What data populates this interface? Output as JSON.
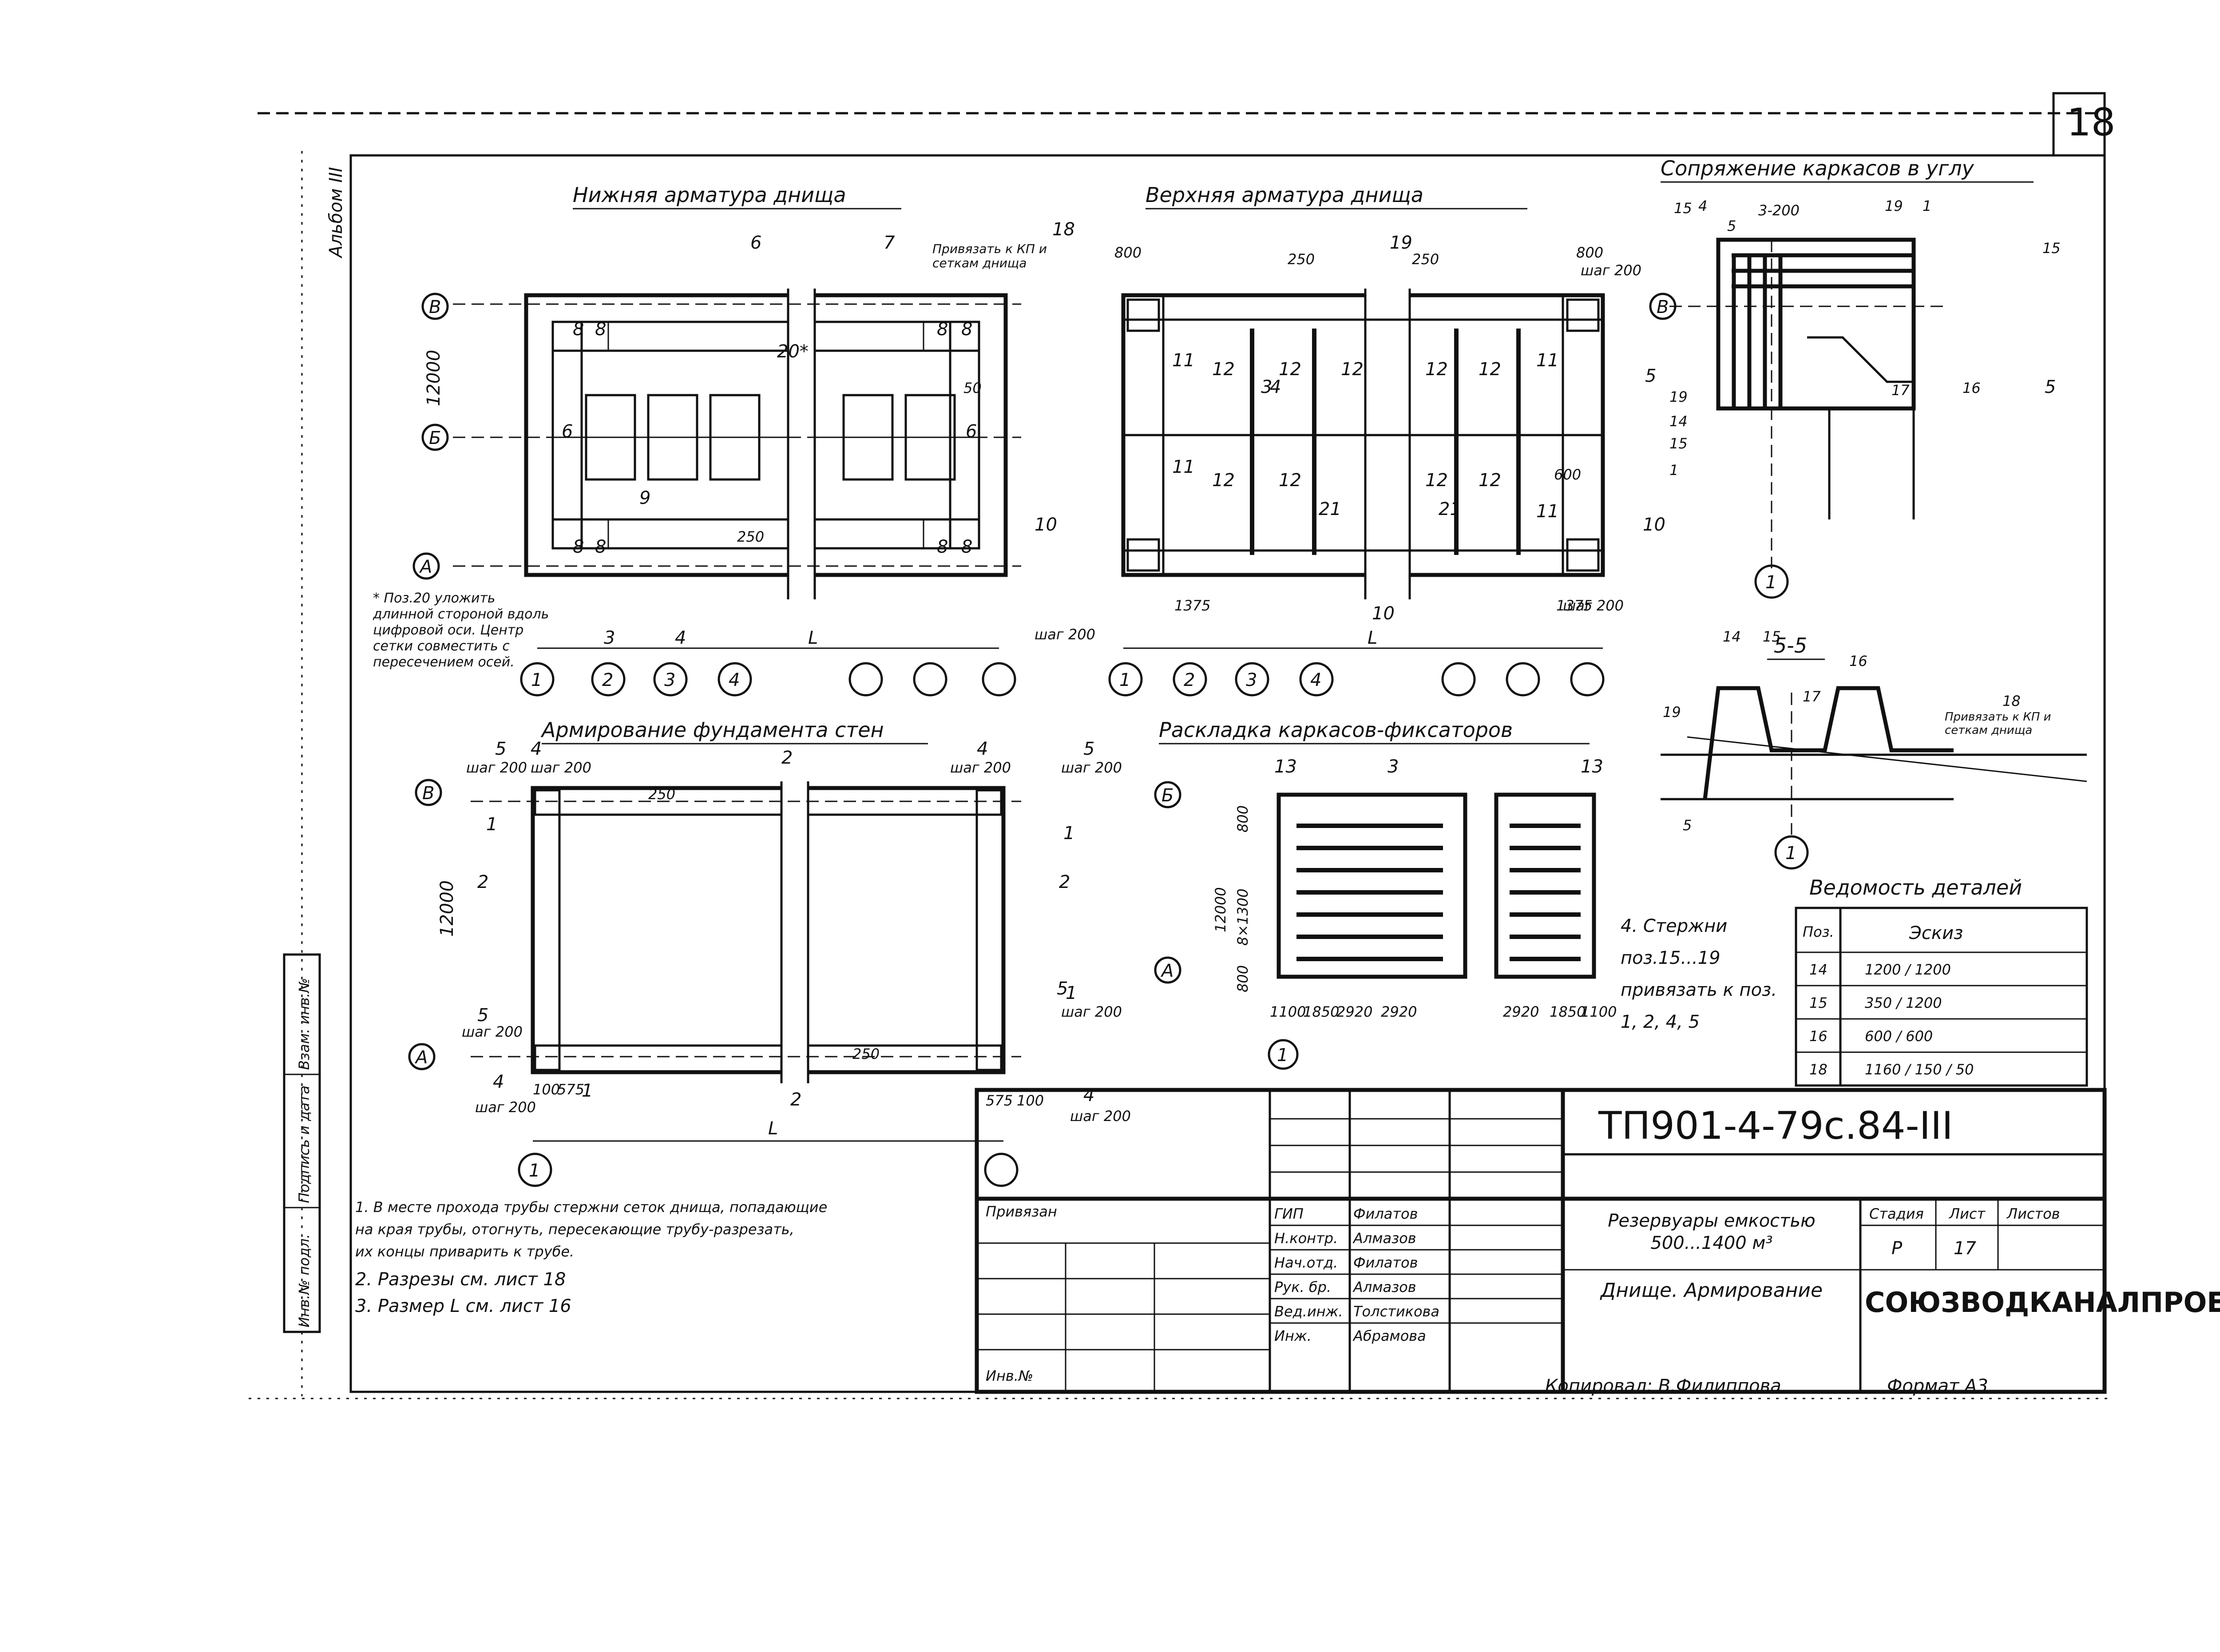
{
  "sheet": {
    "page_number": "18",
    "album_label": "Альбом III",
    "designation": "ТП901-4-79с.84-III",
    "project_title": "Резервуары емкостью 500...1400 м³",
    "drawing_title": "Днище. Армирование",
    "stage_header": "Стадия",
    "sheet_header": "Лист",
    "sheets_header": "Листов",
    "stage": "Р",
    "sheet_no": "17",
    "organization": "СОЮЗВОДКАНАЛПРОЕКТ",
    "bound_label": "Привязан",
    "inv_label": "Инв.№",
    "copied_by": "Копировал: В.Филиппова",
    "format": "Формат А3"
  },
  "side_stamp": [
    "Инв.№ подл.",
    "Подпись и дата",
    "Взам. инв.№"
  ],
  "signatures": [
    {
      "role": "ГИП",
      "name": "Филатов"
    },
    {
      "role": "Н.контр.",
      "name": "Алмазов"
    },
    {
      "role": "Нач.отд.",
      "name": "Филатов"
    },
    {
      "role": "Рук. бр.",
      "name": "Алмазов"
    },
    {
      "role": "Вед.инж.",
      "name": "Толстикова"
    },
    {
      "role": "Инж.",
      "name": "Абрамова"
    }
  ],
  "views": {
    "bottom_rebar": "Нижняя арматура днища",
    "top_rebar": "Верхняя арматура днища",
    "corner": "Сопряжение каркасов в углу",
    "section_55": "5-5",
    "wall_foundation": "Армирование фундамента стен",
    "cage_layout": "Раскладка каркасов-фиксаторов",
    "details_table": "Ведомость деталей"
  },
  "axes": {
    "letters": [
      "А",
      "Б",
      "В"
    ],
    "numbers": [
      "1",
      "2",
      "3",
      "4"
    ]
  },
  "dims": {
    "d12000": "12000",
    "dL": "L",
    "d250": "250",
    "d800": "800",
    "d1375": "1375",
    "d600": "600",
    "d575": "575",
    "d100": "100",
    "step200": "шаг 200",
    "d8x1300": "8×1300",
    "d1100": "1100",
    "d1850": "1850",
    "d2920": "2920",
    "d3x200": "3-200",
    "d150": "150"
  },
  "callouts": {
    "tie_to_mesh": "Привязать к КП и сеткам днища",
    "note_pos20": "* Поз.20 уложить длинной стороной вдоль цифровой оси. Центр сетки совместить с пересечением осей.",
    "rods_note": "4. Стержни поз.15...19 привязать к поз. 1, 2, 4, 5"
  },
  "details": {
    "col_pos": "Поз.",
    "col_sketch": "Эскиз",
    "rows": [
      {
        "pos": "14",
        "sketch": "1200 / 1200"
      },
      {
        "pos": "15",
        "sketch": "350 / 1200"
      },
      {
        "pos": "16",
        "sketch": "600 / 600"
      },
      {
        "pos": "18",
        "sketch": "1160 / 150 / 50"
      }
    ]
  },
  "notes": [
    "1. В месте прохода трубы стержни сеток днища, попадающие на края трубы, отогнуть, пересекающие трубу-разрезать, их концы приварить к трубе.",
    "2. Разрезы см. лист 18",
    "3. Размер L см. лист 16"
  ]
}
